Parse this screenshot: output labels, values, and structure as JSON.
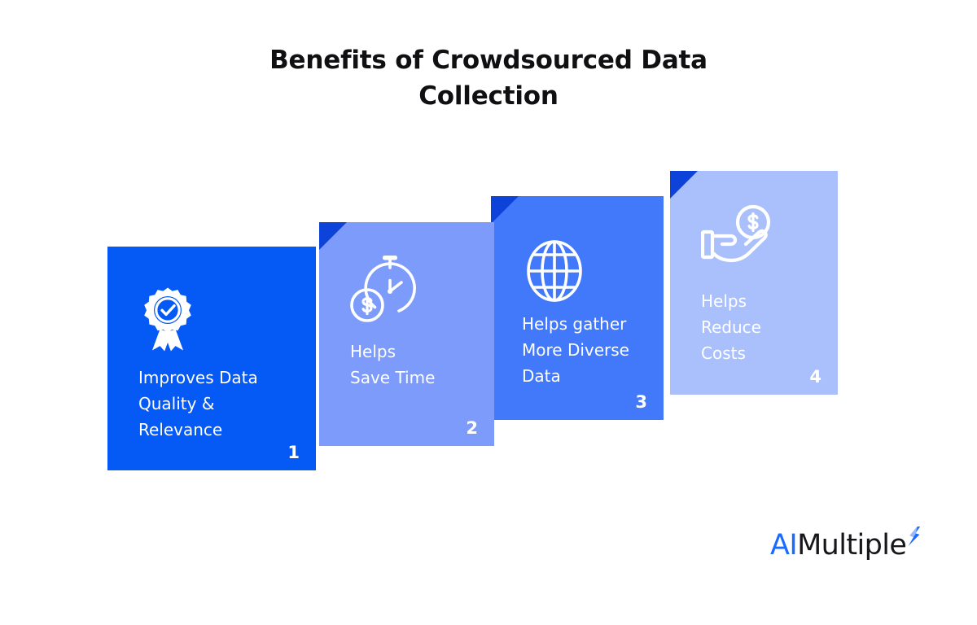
{
  "title": {
    "line1": "Benefits of Crowdsourced Data",
    "line2": "Collection"
  },
  "colors": {
    "background": "#ffffff",
    "title_text": "#101012",
    "card_1": "#0559f5",
    "card_2": "#7d9bfb",
    "card_3": "#4278fa",
    "card_4": "#a9c0fc",
    "fold": "#0d43d9",
    "card_label_text": "#ffffff",
    "logo_ai": "#1a6bff",
    "logo_multiple": "#17171b"
  },
  "cards": [
    {
      "number": "1",
      "label": "Improves Data\nQuality &\nRelevance",
      "icon": "award-ribbon-icon",
      "color": "#0559f5",
      "has_fold": false
    },
    {
      "number": "2",
      "label": "Helps\nSave Time",
      "icon": "stopwatch-dollar-icon",
      "color": "#7d9bfb",
      "has_fold": true
    },
    {
      "number": "3",
      "label": "Helps gather\nMore Diverse\nData",
      "icon": "globe-icon",
      "color": "#4278fa",
      "has_fold": true
    },
    {
      "number": "4",
      "label": "Helps\nReduce\nCosts",
      "icon": "hand-holding-dollar-icon",
      "color": "#a9c0fc",
      "has_fold": true
    }
  ],
  "logo": {
    "part1": "AI",
    "part2": "Multiple",
    "mark": "lightning-mark-icon"
  }
}
